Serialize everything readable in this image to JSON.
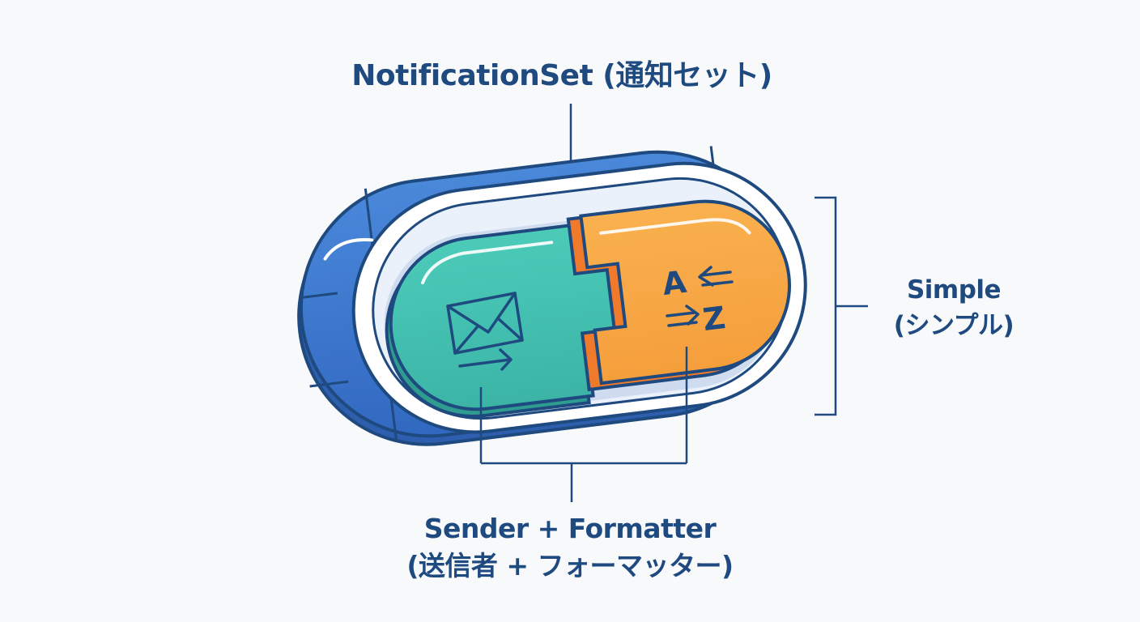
{
  "labels": {
    "top": "NotificationSet (通知セット)",
    "right_line1": "Simple",
    "right_line2": "(シンプル)",
    "bottom_line1": "Sender + Formatter",
    "bottom_line2": "(送信者 + フォーマッター)"
  },
  "formatter_icon": {
    "letter_a": "A",
    "letter_z": "Z"
  },
  "icons": {
    "sender": "envelope-send-icon",
    "formatter": "a-to-z-sort-icon"
  },
  "colors": {
    "navy_outline": "#1f4a80",
    "shell_blue": "#3f7bd0",
    "sender_teal": "#45c1b1",
    "formatter_orange": "#f7a642",
    "formatter_edge": "#f07a2c",
    "background": "#f8f9fb"
  }
}
